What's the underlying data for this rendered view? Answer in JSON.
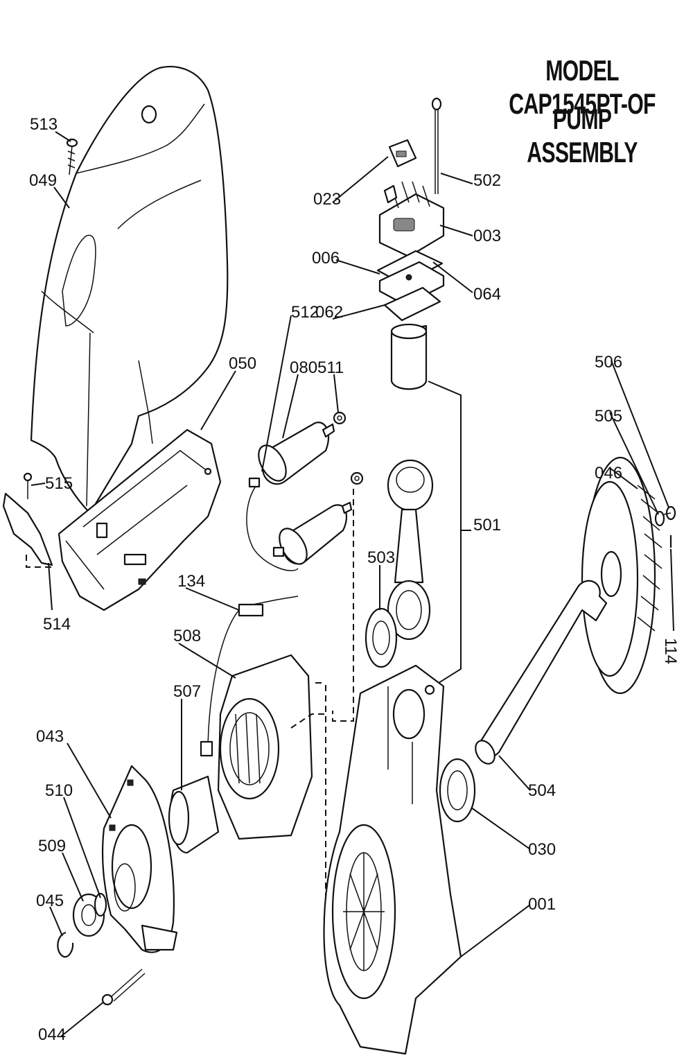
{
  "title": {
    "line1": "MODEL CAP1545PT-OF",
    "line2": "PUMP ASSEMBLY"
  },
  "callouts": {
    "p001": "001",
    "p003": "003",
    "p006": "006",
    "p023": "023",
    "p030": "030",
    "p043": "043",
    "p044": "044",
    "p045": "045",
    "p046": "046",
    "p049": "049",
    "p050": "050",
    "p062": "062",
    "p064": "064",
    "p080": "080",
    "p114": "114",
    "p134": "134",
    "p501": "501",
    "p502": "502",
    "p503": "503",
    "p504": "504",
    "p505": "505",
    "p506": "506",
    "p507": "507",
    "p508": "508",
    "p509": "509",
    "p510": "510",
    "p511": "511",
    "p512": "512",
    "p513": "513",
    "p514": "514",
    "p515": "515"
  }
}
